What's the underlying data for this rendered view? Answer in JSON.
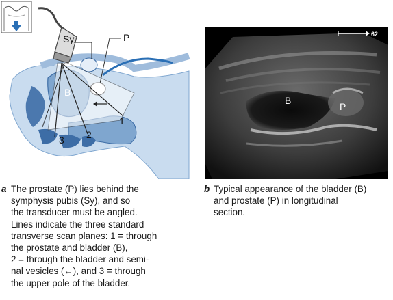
{
  "figure_a": {
    "labels": {
      "symphysis": "Sy",
      "prostate": "P",
      "bladder": "B",
      "plane1": "1",
      "plane2": "2",
      "plane3": "3"
    },
    "icon": "transducer-orientation-icon"
  },
  "figure_b": {
    "scale_value": "62",
    "labels": {
      "bladder": "B",
      "prostate": "P"
    }
  },
  "captions": {
    "a": {
      "letter": "a",
      "text": "The prostate (P) lies behind the\nsymphysis pubis (Sy), and so\nthe transducer must be angled.\nLines indicate the three standard\ntransverse scan planes: 1 = through\nthe prostate and bladder (B),\n2 = through the bladder and semi-\nnal vesicles (←), and 3 = through\nthe upper pole of the bladder."
    },
    "b": {
      "letter": "b",
      "text": "Typical appearance of the bladder (B)\nand prostate (P) in longitudinal\nsection."
    }
  },
  "colors": {
    "anatomy_light": "#c9dcef",
    "anatomy_mid": "#7fa6cf",
    "anatomy_dark": "#3d6da6",
    "arrow_blue": "#2a6fb5"
  }
}
